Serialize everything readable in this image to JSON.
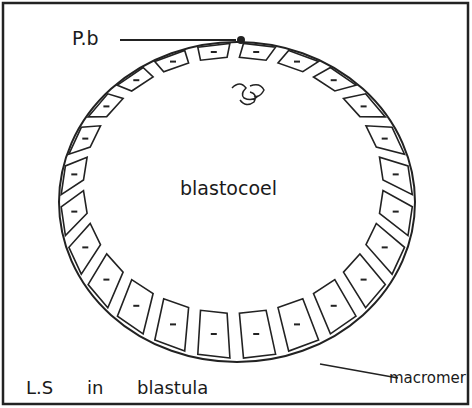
{
  "diagram": {
    "caption": "L.S in blastula",
    "labels": [
      "P.b",
      "blastocoel",
      "macromer"
    ]
  }
}
